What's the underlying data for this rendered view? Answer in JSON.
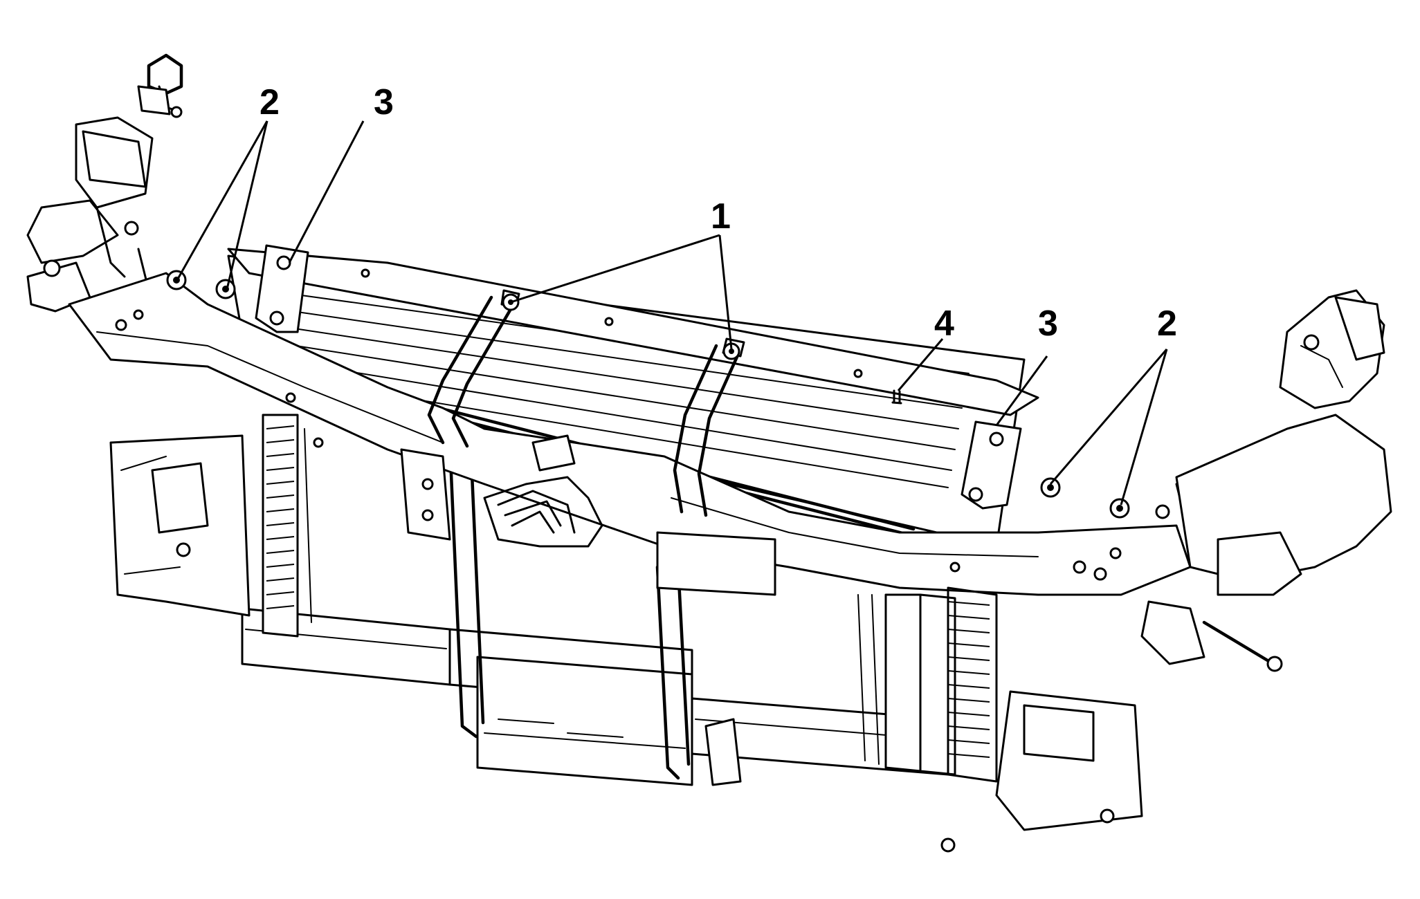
{
  "callouts": {
    "c1": "1",
    "c2_left": "2",
    "c3_left": "3",
    "c4": "4",
    "c3_right": "3",
    "c2_right": "2"
  }
}
